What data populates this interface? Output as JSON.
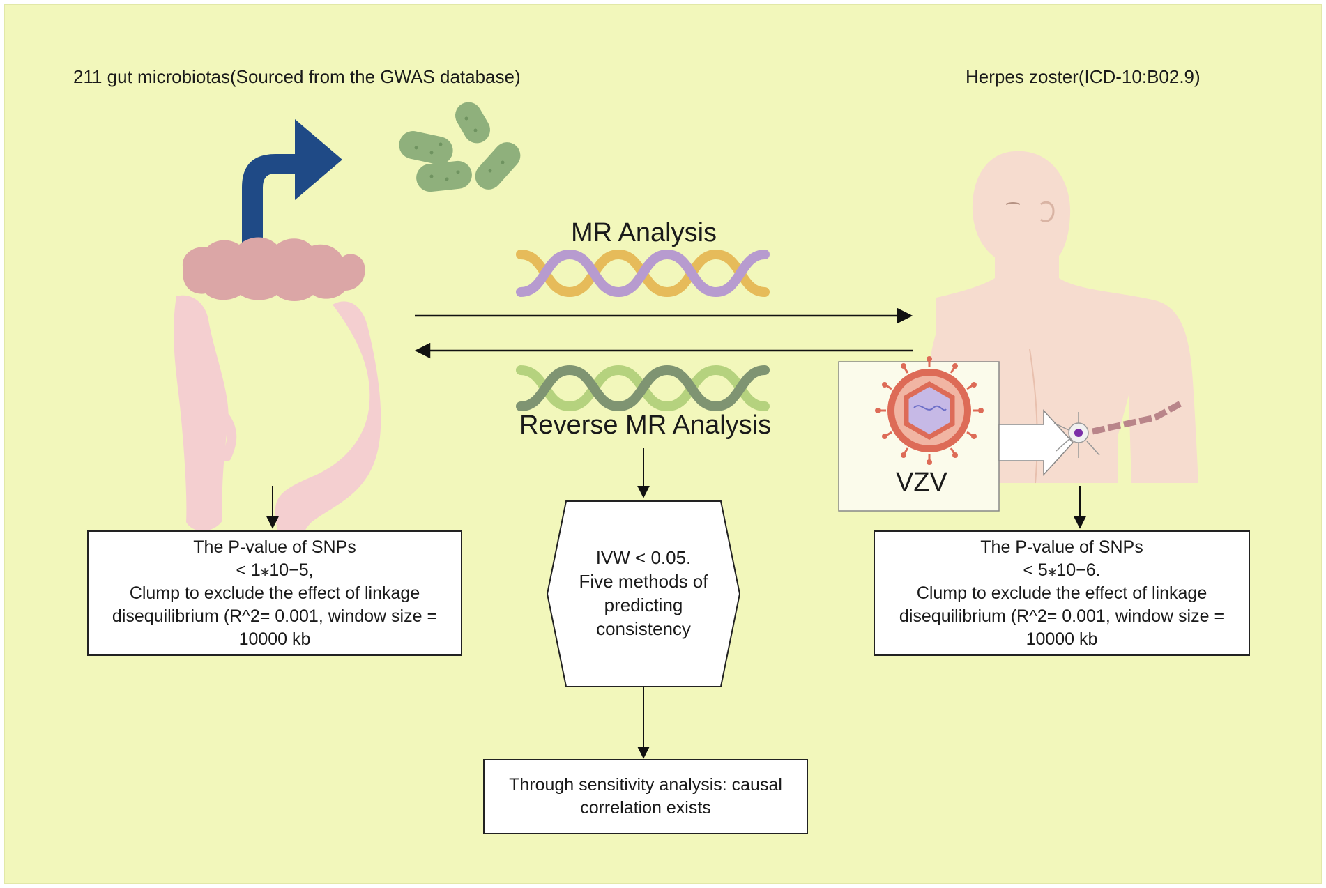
{
  "labels": {
    "gut_source": "211 gut microbiotas(Sourced from the GWAS database)",
    "outcome": "Herpes zoster(ICD-10:B02.9)",
    "mr_analysis": "MR Analysis",
    "reverse_mr_analysis": "Reverse MR Analysis",
    "vzv": "VZV"
  },
  "left_box": {
    "lines": [
      "The P-value of SNPs",
      "< 1⁎10−5,",
      "Clump to exclude the effect of linkage",
      "disequilibrium (R^2= 0.001, window size =",
      "10000 kb"
    ]
  },
  "right_box": {
    "lines": [
      "The P-value of SNPs",
      "< 5⁎10−6.",
      "Clump to exclude the effect of linkage",
      "disequilibrium (R^2= 0.001, window size =",
      "10000 kb"
    ]
  },
  "center_hexagon": {
    "lines": [
      "IVW < 0.05.",
      "Five methods of",
      "predicting",
      "consistency"
    ]
  },
  "bottom_box": {
    "lines": [
      "Through sensitivity analysis: causal",
      "correlation exists"
    ]
  },
  "colors": {
    "background": "#f2f7bb",
    "arrow_blue": "#1f4a86",
    "intestine": "#f4cfd0",
    "colon_top": "#dba6a6",
    "bacteria": "#8fb07c",
    "dna_top_a": "#e6bb5a",
    "dna_top_b": "#b79bcf",
    "dna_bottom_a": "#b5d27e",
    "dna_bottom_b": "#7f9472",
    "skin": "#f6dccf",
    "virus": "#dd6b57"
  }
}
